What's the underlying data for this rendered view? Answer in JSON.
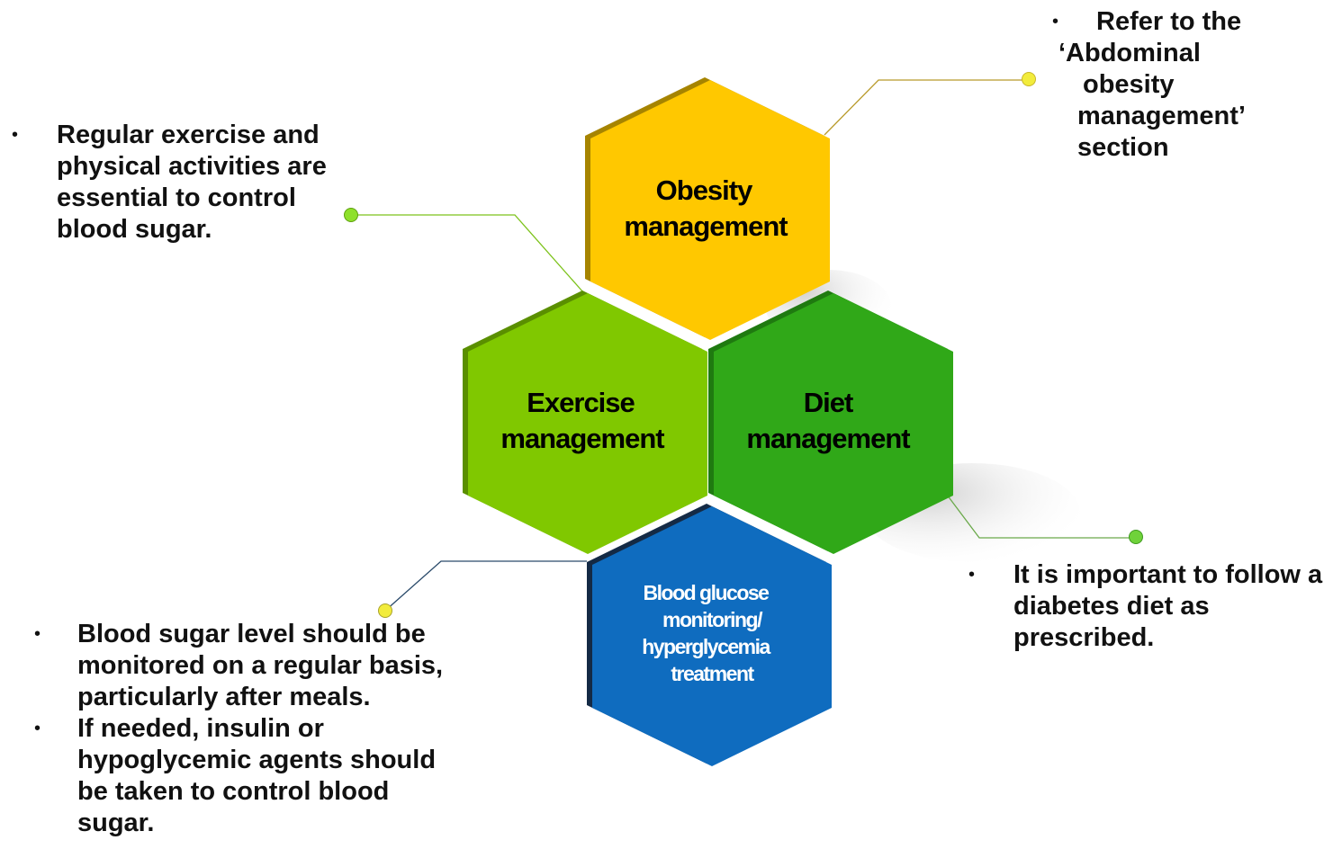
{
  "hexagons": {
    "obesity": {
      "line1": "Obesity",
      "line2": "management",
      "color": "#ffc800"
    },
    "exercise": {
      "line1": "Exercise",
      "line2": "management",
      "color": "#80c800"
    },
    "diet": {
      "line1": "Diet",
      "line2": "management",
      "color": "#30a818"
    },
    "glucose": {
      "line1": "Blood glucose",
      "line2": "monitoring/",
      "line3": "hyperglycemia",
      "line4": "treatment",
      "color": "#0f6cbf"
    }
  },
  "callouts": {
    "exercise": {
      "bullet": "•",
      "text": "Regular exercise and physical activities are essential to control blood sugar."
    },
    "obesity": {
      "bullet": "•",
      "line1": "Refer to the",
      "line2": "‘Abdominal",
      "line3": "obesity",
      "line4": "management’",
      "line5": "section"
    },
    "diet": {
      "bullet": "•",
      "text": "It is important to follow a diabetes diet as prescribed."
    },
    "glucose": {
      "bullet1": "•",
      "item1": "Blood sugar level should be monitored on a regular basis, particularly after meals.",
      "bullet2": "•",
      "item2": "If needed, insulin or hypoglycemic agents should be taken to control blood sugar."
    }
  },
  "connector_colors": {
    "obesity": "#b89a2a",
    "exercise": "#7cc21a",
    "diet": "#6aa94a",
    "glucose": "#2a4a6a"
  }
}
